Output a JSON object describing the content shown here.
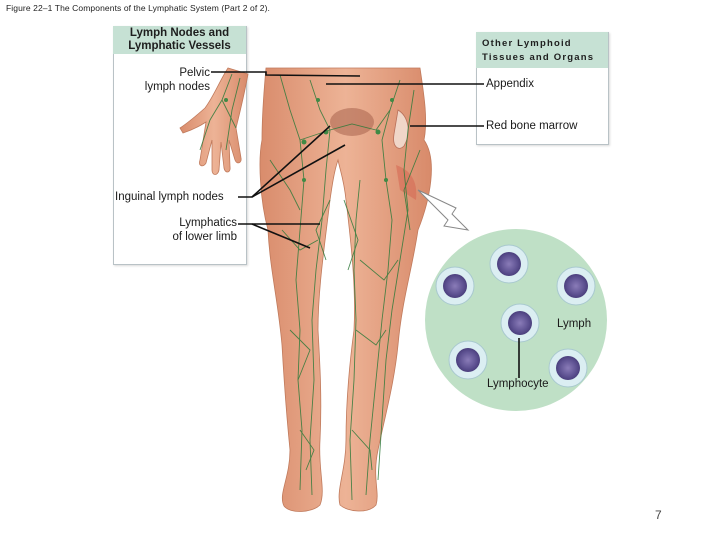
{
  "caption": "Figure 22–1 The Components of the Lymphatic System (Part 2 of 2).",
  "left_panel": {
    "title_line1": "Lymph Nodes and",
    "title_line2": "Lymphatic Vessels"
  },
  "right_panel": {
    "title_line1": "Other Lymphoid",
    "title_line2": "Tissues and Organs"
  },
  "labels": {
    "pelvic_line1": "Pelvic",
    "pelvic_line2": "lymph nodes",
    "inguinal": "Inguinal lymph nodes",
    "lymphatics_line1": "Lymphatics",
    "lymphatics_line2": "of lower limb",
    "appendix": "Appendix",
    "red_bone_marrow": "Red bone marrow",
    "lymph": "Lymph",
    "lymphocyte": "Lymphocyte"
  },
  "page_number": "7",
  "colors": {
    "header_green": "#c6e1d4",
    "skin": "#e6a586",
    "lymph_vessel": "#2f7a3a",
    "magnified_circle": "#bfe0c6",
    "cell_nucleus": "#6d5f9a"
  }
}
